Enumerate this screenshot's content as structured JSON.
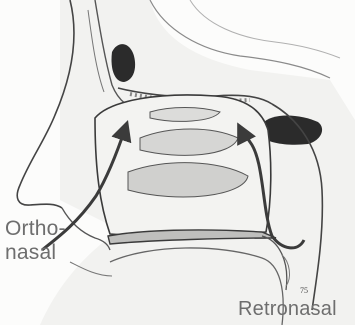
{
  "labels": {
    "ortho_line1": "Ortho-",
    "ortho_line2": "nasal",
    "retronasal": "Retronasal"
  },
  "artist_mark": "75",
  "colors": {
    "line": "#3a3a3a",
    "shade": "#c9c9c9",
    "bone_fill": "#2b2b2b",
    "arrow": "#3b3b3b",
    "text": "#6e6e6e"
  },
  "icons": {
    "orthonasal": "curved-arrow",
    "retronasal": "curved-arrow"
  }
}
